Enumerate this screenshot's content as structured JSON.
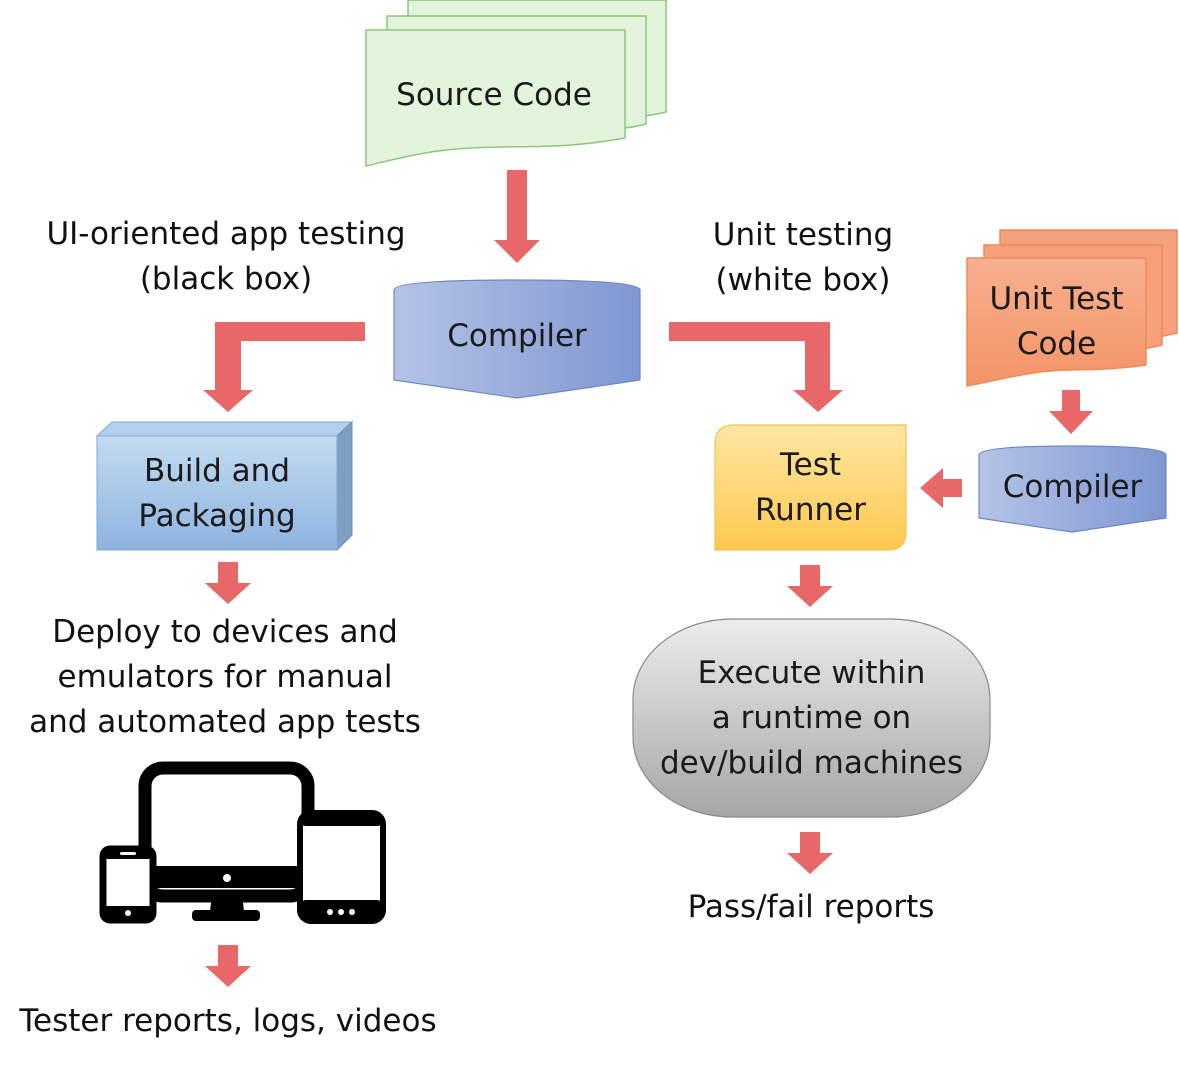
{
  "nodes": {
    "source_code": "Source Code",
    "compiler_main": "Compiler",
    "unit_test_code": [
      "Unit Test",
      "Code"
    ],
    "compiler_test": "Compiler",
    "build_packaging": [
      "Build and",
      "Packaging"
    ],
    "test_runner": [
      "Test",
      "Runner"
    ],
    "execute": [
      "Execute within",
      "a runtime on",
      "dev/build machines"
    ]
  },
  "labels": {
    "ui_testing": [
      "UI-oriented app testing",
      "(black box)"
    ],
    "unit_testing": [
      "Unit testing",
      "(white box)"
    ],
    "deploy": [
      "Deploy to devices and",
      "emulators for manual",
      "and automated app tests"
    ],
    "tester_reports": "Tester reports, logs, videos",
    "pass_fail": "Pass/fail reports"
  },
  "icons": [
    "desktop-monitor-icon",
    "smartphone-icon",
    "tablet-icon"
  ],
  "colors": {
    "arrow": "#e8686a",
    "doc_green_fill": "#e4f3dc",
    "doc_green_stroke": "#8cc87a",
    "doc_orange_fill": "#f5a27c",
    "doc_orange_stroke": "#f08a5a",
    "compiler_light": "#b4c3e6",
    "compiler_dark": "#7f97d2",
    "build_light": "#bed7f0",
    "build_dark": "#8fb5e0",
    "runner_light": "#ffe399",
    "runner_dark": "#fcc94e",
    "execute_light": "#e6e6e6",
    "execute_dark": "#a9a9a9"
  }
}
